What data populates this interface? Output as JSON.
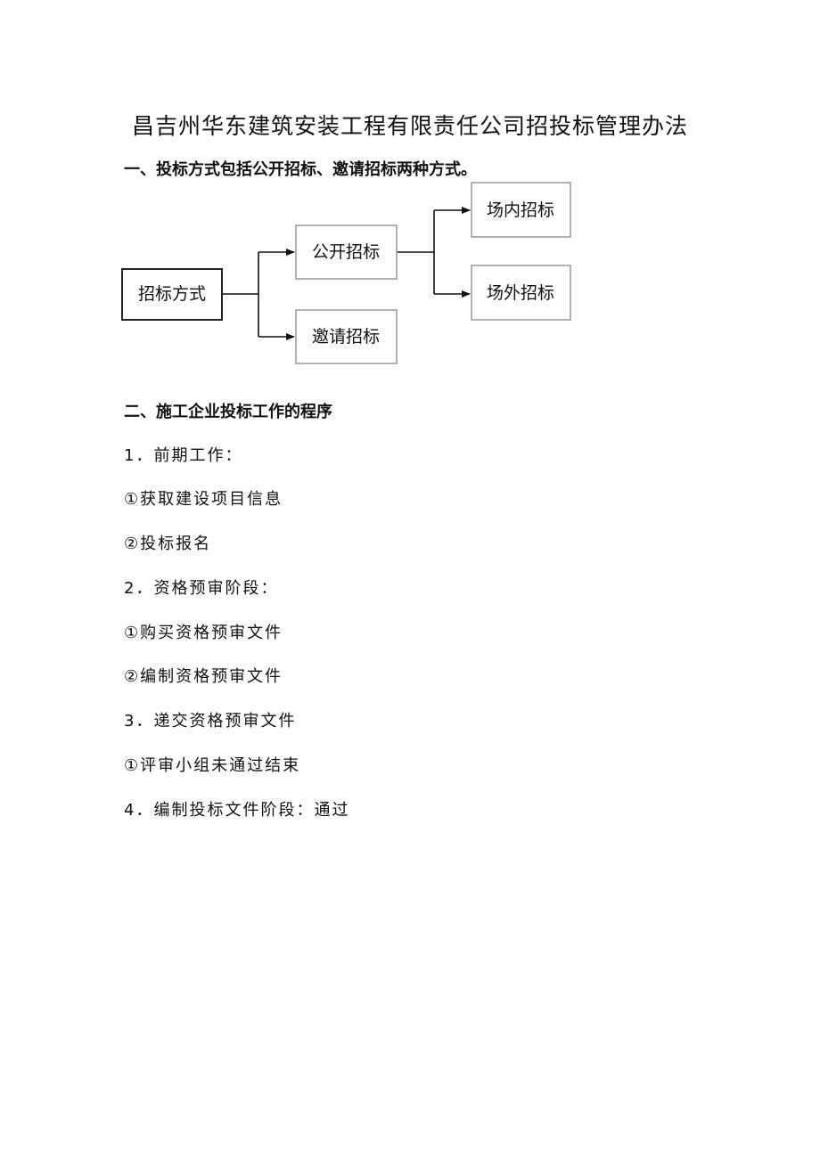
{
  "document": {
    "title": "昌吉州华东建筑安装工程有限责任公司招投标管理办法",
    "section1": "一、投标方式包括公开招标、邀请招标两种方式。",
    "section2": "二、施工企业投标工作的程序",
    "items": [
      "1．前期工作：",
      "①获取建设项目信息",
      "②投标报名",
      "2．资格预审阶段：",
      "①购买资格预审文件",
      "②编制资格预审文件",
      "3．递交资格预审文件",
      "①评审小组未通过结束",
      "4．编制投标文件阶段：通过"
    ]
  },
  "diagram": {
    "nodes": {
      "root": "招标方式",
      "open": "公开招标",
      "invite": "邀请招标",
      "onsite": "场内招标",
      "offsite": "场外招标"
    }
  },
  "colors": {
    "text": "#111111",
    "box_border": "#999999",
    "root_border": "#222222"
  }
}
